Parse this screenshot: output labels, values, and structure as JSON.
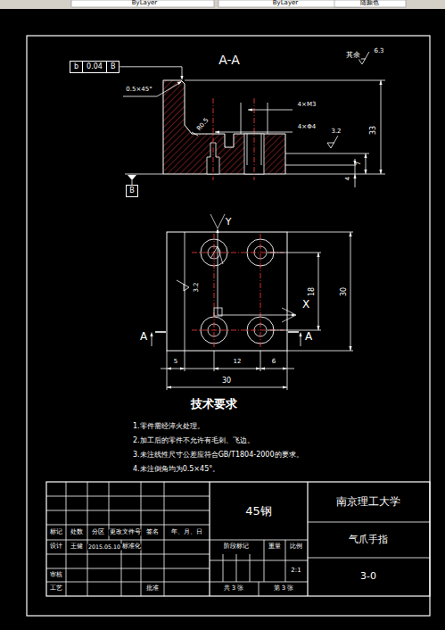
{
  "diagram": {
    "nodes": [
      {
        "text": [
          "b",
          "0.04",
          "B"
        ]
      },
      {
        "text": [
          "B"
        ]
      }
    ],
    "labels": [
      "ByLayer",
      "ByLayer",
      "随颜色",
      "A-A",
      "其余",
      "6.3",
      "0.5×45°",
      "R0.5",
      "4×M3",
      "4×Φ4",
      "3.2",
      "33",
      "7",
      "4",
      "Y",
      "X",
      "A",
      "A",
      "3.2",
      "18",
      "30",
      "5",
      "12",
      "6",
      "30",
      "技术要求",
      "1.零件需经淬火处理。",
      "2.加工后的零件不允许有毛刺、飞边。",
      "3.未注线性尺寸公差应符合GB/T1804-2000的要求。",
      "4.未注倒角均为0.5×45°。",
      "45钢",
      "南京理工大学",
      "气爪手指",
      "3-0",
      "标记",
      "处数",
      "分区",
      "更改文件号",
      "签名",
      "年、月、日",
      "设计",
      "王健",
      "2015.05.10",
      "标准化",
      "审核",
      "工艺",
      "批准",
      "阶段标记",
      "重量",
      "比例",
      "2:1",
      "共 3 张",
      "第 3 张"
    ]
  }
}
